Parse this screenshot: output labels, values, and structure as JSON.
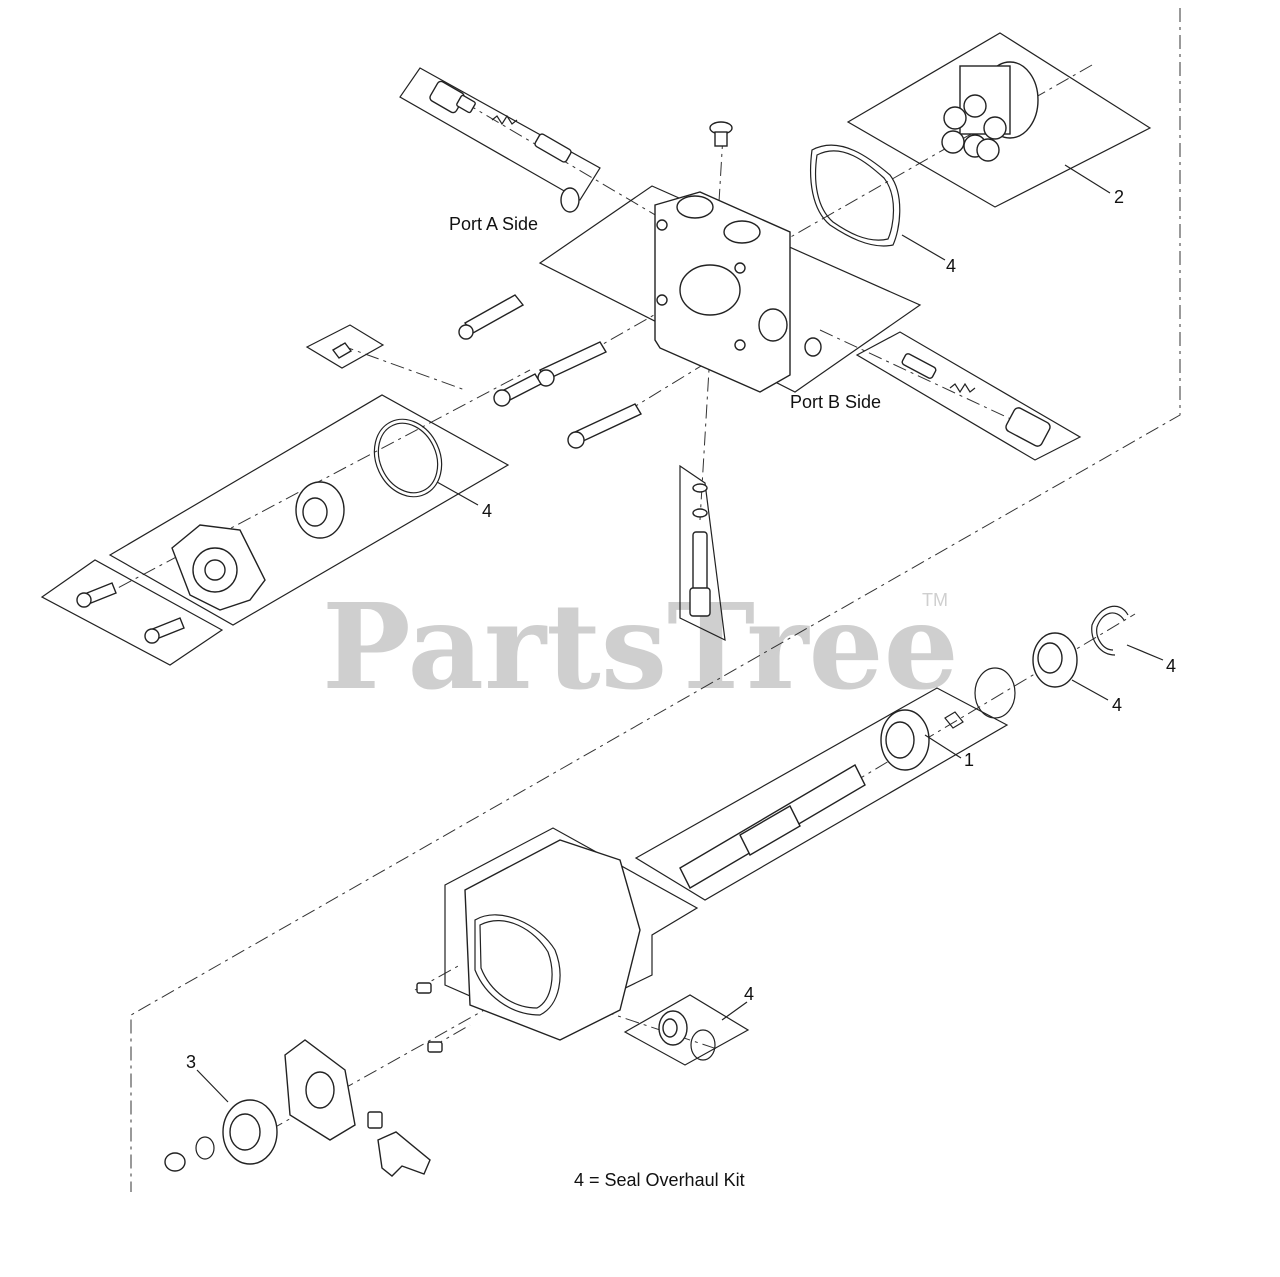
{
  "labels": {
    "port_a": "Port A Side",
    "port_b": "Port B Side",
    "legend": "4 = Seal Overhaul Kit"
  },
  "callouts": {
    "c1": "1",
    "c2": "2",
    "c3": "3",
    "c4_oring_top": "4",
    "c4_oring_left": "4",
    "c4_retaining_ring": "4",
    "c4_shaft_seal": "4",
    "c4_lower_seal": "4"
  },
  "watermark": {
    "text": "PartsTree",
    "tm": "TM"
  }
}
